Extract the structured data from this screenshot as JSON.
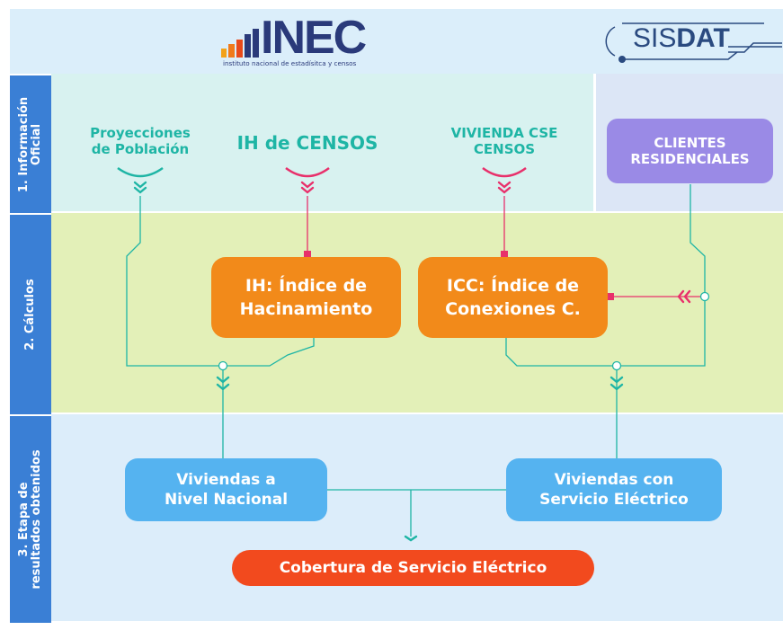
{
  "header": {
    "inec_logo_text": "INEC",
    "inec_subtitle": "instituto nacional de estadísitca y censos",
    "sisdat_prefix": "SIS",
    "sisdat_suffix": "DAT"
  },
  "stages": {
    "s1": "1. Información\nOficial",
    "s2": "2. Cálculos",
    "s3": "3. Etapa de\nresultados obtenidos"
  },
  "sources": {
    "proyecciones": "Proyecciones\nde Población",
    "ih_censos": "IH de CENSOS",
    "vivienda_cse": "VIVIENDA CSE\nCENSOS",
    "clientes": "CLIENTES\nRESIDENCIALES"
  },
  "calcs": {
    "ih": "IH: Índice de\nHacinamiento",
    "icc": "ICC: Índice de\nConexiones C."
  },
  "results": {
    "viviendas_nacional": "Viviendas a\nNivel Nacional",
    "viviendas_servicio": "Viviendas con\nServicio Eléctrico",
    "cobertura": "Cobertura de Servicio Eléctrico"
  },
  "colors": {
    "teal": "#1eb5a5",
    "pink": "#e8306b",
    "orange": "#f28a1a",
    "purple": "#9a8ae6",
    "blue": "#55b3f0",
    "red": "#f24a1e",
    "stage": "#3a7fd5"
  }
}
